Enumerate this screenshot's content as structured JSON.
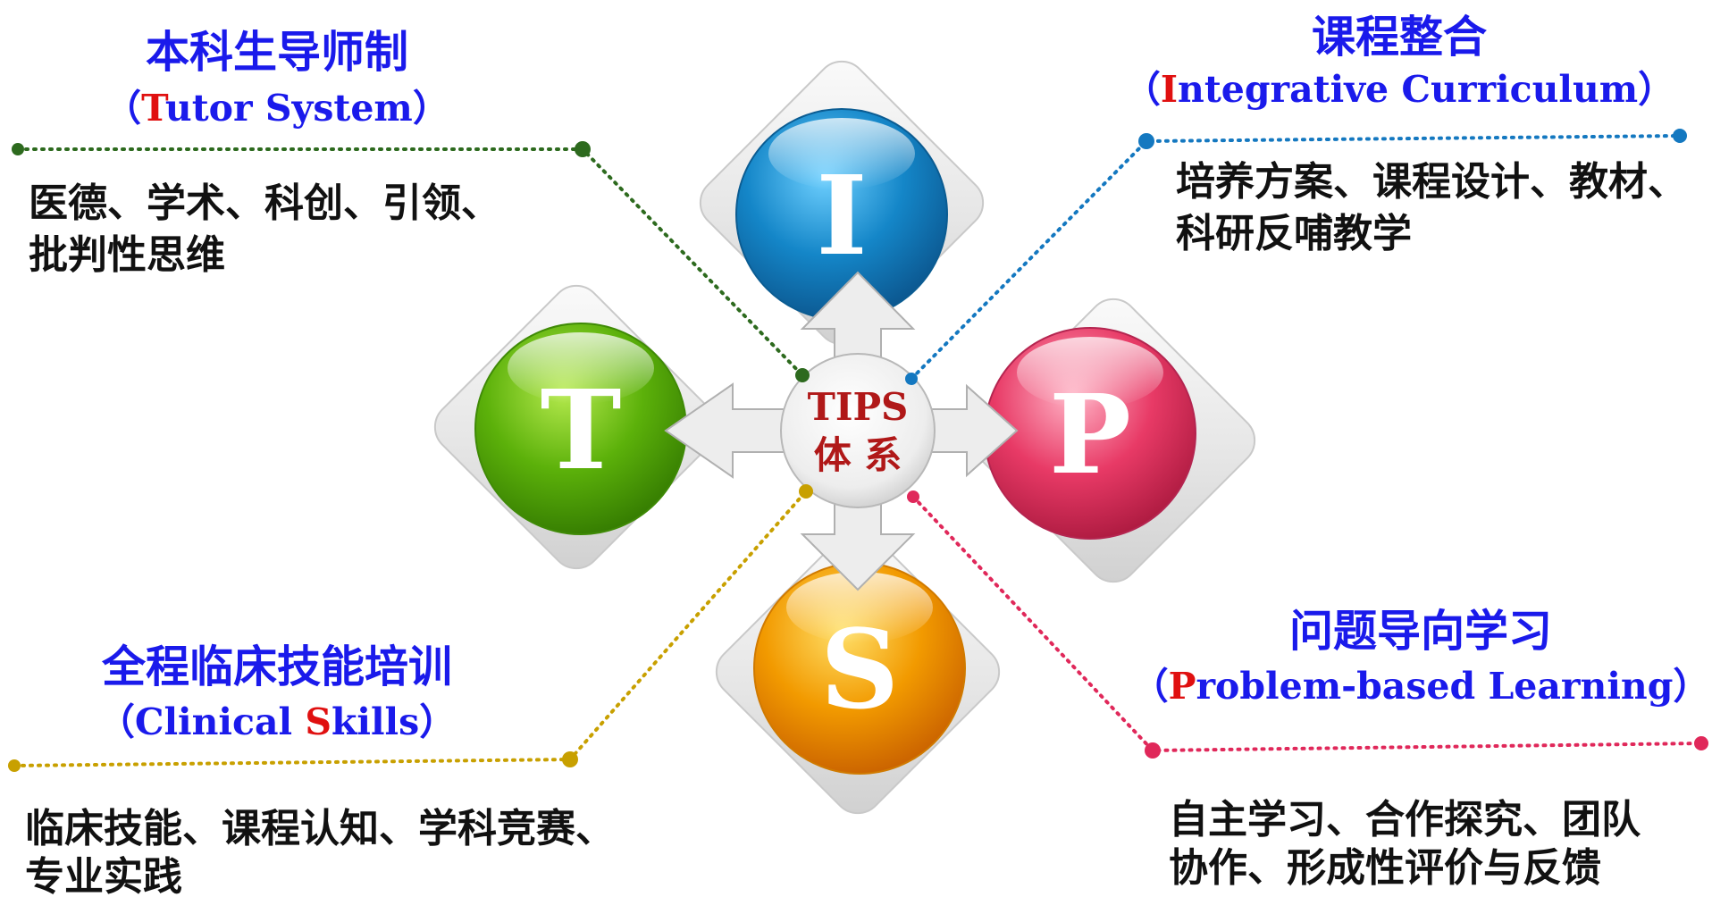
{
  "center": {
    "line1": "TIPS",
    "line2": "体 系"
  },
  "colors": {
    "T": "#5cb10a",
    "I": "#1486c8",
    "P": "#e83a66",
    "S": "#f29a00",
    "title": "#1a1aeb",
    "highlight": "#e01010",
    "center_text": "#b01818"
  },
  "nodes": {
    "T": {
      "letter": "T",
      "title_zh": "本科生导师制",
      "title_en_open": "（",
      "title_en_hl": "T",
      "title_en_rest": "utor  System",
      "title_en_close": "）",
      "body_line1": "医德、学术、科创、引领、",
      "body_line2": "批判性思维"
    },
    "I": {
      "letter": "I",
      "title_zh": "课程整合",
      "title_en_open": "（",
      "title_en_hl": "I",
      "title_en_rest": "ntegrative  Curriculum",
      "title_en_close": "）",
      "body_line1": "培养方案、课程设计、教材、",
      "body_line2": "科研反哺教学"
    },
    "S": {
      "letter": "S",
      "title_zh": "全程临床技能培训",
      "title_en_open": "（",
      "title_en_pre": "Clinical  ",
      "title_en_hl": "S",
      "title_en_rest": "kills",
      "title_en_close": "）",
      "body_line1": "临床技能、课程认知、学科竞赛、",
      "body_line2": "专业实践"
    },
    "P": {
      "letter": "P",
      "title_zh": "问题导向学习",
      "title_en_open": "（",
      "title_en_hl": "P",
      "title_en_rest": "roblem-based  Learning",
      "title_en_close": "）",
      "body_line1": "自主学习、合作探究、团队",
      "body_line2": "协作、形成性评价与反馈"
    }
  }
}
